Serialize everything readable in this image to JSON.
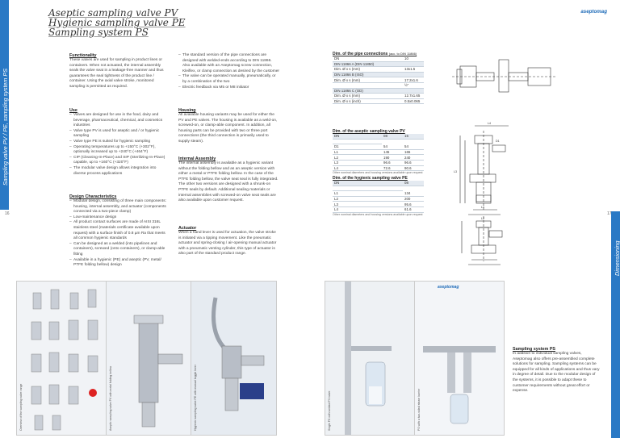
{
  "side_tab_left": "Sampling valve PV / PE, sampling system PS",
  "side_tab_right": "Dimensioning",
  "page_left": "16",
  "page_right": "17",
  "logo": "aseptomag",
  "titles": [
    "Aseptic sampling valve PV",
    "Hygienic sampling valve PE",
    "Sampling system PS"
  ],
  "functionality": {
    "heading": "Functionality",
    "text": "These valves are used for sampling in product lines or containers. When not actuated, the internal assembly seals the valve seat in a leakage-free manner and thus guarantees the seal tightness of the product line / container. Using the axial valve stroke, monitored sampling is permitted as required."
  },
  "use": {
    "heading": "Use",
    "items": [
      "Valves are designed for use in the food, dairy and beverage, pharmaceutical, chemical, and cosmetics industries",
      "Valve type PV is used for aseptic and / or hygienic sampling",
      "Valve type PE is suited for hygienic sampling",
      "Operating temperatures up to +150°C (+302°F), optionally increased up to +240°C (+464°F)",
      "CIP (Cleaning-In-Place) and SIP (Sterilizing-In-Place) capable, up to +160°C (+320°F)",
      "The modular valve design allows integration into diverse process applications"
    ]
  },
  "design": {
    "heading": "Design Characteristics",
    "items": [
      "Modular design, consisting of three main components: housing, internal assembly, and actuator (components connected via a two-piece clamp)",
      "Low-maintenance design",
      "All product contact surfaces are made of AISI 316L stainless steel (materials certificate available upon request) with a surface finish of 0.8 µm Ra that meets all common hygienic standards",
      "Can be designed as a welded (into pipelines and containers), screwed (onto containers), or clamp-able fitting",
      "Available in a hygienic (PE) and aseptic (PV, metal/ PTFE folding bellow) design"
    ]
  },
  "col2_list": {
    "items": [
      "The standard version of the pipe connections are designed with welded-ends according to DIN 11866. Also available with an Aseptomag screw connection, Kleiflex, or clamp connection as desired by the customer",
      "The valve can be operated manually, pneumatically, or by a combination of the two",
      "Electric feedback via M5 or M8 initiator"
    ]
  },
  "housing": {
    "heading": "Housing",
    "text": "All available housing variants may be used for either the PV and PE valves. The housing is available as a weld-on, screwed-on, or clamp-able component. In addition, all housing parts can be provided with two or three port connections (the third connection is primarily used to supply steam)."
  },
  "internal": {
    "heading": "Internal Assembly",
    "text": "The internal assembly is available as a hygienic variant without the folding bellow and as an aseptic version with either a metal or PTFE folding bellow. In the case of the PTFE folding bellow, the valve seat seal is fully integrated. The other two versions are designed with a shrunk-on PTFE seals by default. Additional sealing materials or internal assemblies with screwed-on valve seat seals are also available upon customer request."
  },
  "actuator": {
    "heading": "Actuator",
    "text": "When a hand lever is used for actuation, the valve stroke is initiated via a tipping movement. Like the pneumatic actuator and spring-closing / air-opening manual actuator with a pneumatic venting cylinder, this type of actuator is also part of the standard product range."
  },
  "pipe_table": {
    "heading": "Dim. of the pipe connections",
    "heading_note": "(acc. to DIN 11866)",
    "rows": [
      {
        "k": "DN",
        "v": "10",
        "s": false
      },
      {
        "k": "DIN 11866 A (DIN 11850)",
        "v": "",
        "s": true
      },
      {
        "k": "Dim. Ø x s (mm)",
        "v": "13x1.5",
        "s": false
      },
      {
        "k": "DIN 11866 B (ISO)",
        "v": "",
        "s": true
      },
      {
        "k": "Dim. Ø x s (mm)",
        "v": "17.2x1.6",
        "s": false
      },
      {
        "k": "",
        "v": "½\"",
        "s": false
      },
      {
        "k": "DIN 11866 C (OD)",
        "v": "",
        "s": true
      },
      {
        "k": "Dim. Ø x s (mm)",
        "v": "12.7x1.65",
        "s": false
      },
      {
        "k": "Dim. Ø x s (inch)",
        "v": "0.5x0.065",
        "s": false
      }
    ]
  },
  "pv_table": {
    "heading": "Dim. of the aseptic sampling valve PV",
    "header": [
      "DN",
      "08",
      "15"
    ],
    "rows": [
      [
        "D1",
        "54",
        "54"
      ],
      [
        "L1",
        "145",
        "165"
      ],
      [
        "L2",
        "190",
        "240"
      ],
      [
        "L3",
        "96.6",
        "96.6"
      ],
      [
        "L4",
        "72.6",
        "90.6"
      ]
    ],
    "note": "Other nominal diameters and housing versions available upon request"
  },
  "pe_table": {
    "heading": "Dim. of the hygienic sampling valve PE",
    "header": [
      "DN",
      "08"
    ],
    "rows": [
      [
        "L1",
        "134"
      ],
      [
        "L2",
        "200"
      ],
      [
        "L3",
        "95.6"
      ],
      [
        "L4",
        "61.6"
      ]
    ],
    "note": "Other nominal diameters and housing versions available upon request"
  },
  "dimension_labels": {
    "l1": "L1",
    "l2": "L2",
    "l3": "L3",
    "l4": "L4",
    "d1": "D1"
  },
  "captions": [
    "Overview of the sampling valve range",
    "Aseptic sampling valve PV with metal folding bellow",
    "Hygienic sampling valve PE with manual toggle lever",
    "Single PS with welded PV valve",
    "PS with a two-sided steam barrier"
  ],
  "sampling_system": {
    "heading": "Sampling system PS",
    "text": "In addition to individual sampling valves, Aseptomag also offers pre-assembled complete solutions for sampling. Sampling systems can be equipped for all kinds of applications and thus vary in degree of detail. Due to the modular design of the systems, it is possible to adapt these to customer requirements without great effort or expense."
  },
  "colors": {
    "accent": "#2a79c5",
    "text": "#333333",
    "table_section": "#e4eaf1"
  }
}
